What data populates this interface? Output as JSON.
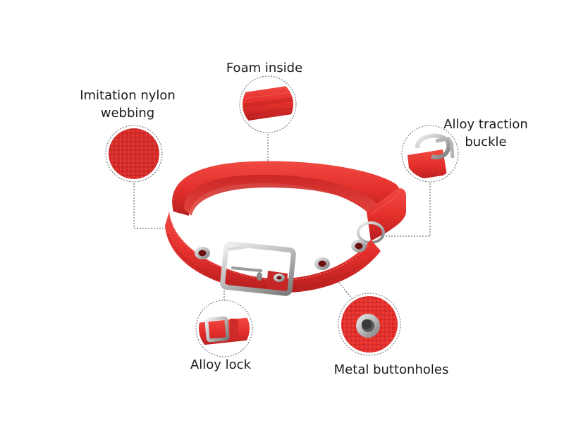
{
  "labels": {
    "foam_inside": "Foam inside",
    "imitation_nylon_line1": "Imitation nylon",
    "imitation_nylon_line2": "webbing",
    "alloy_traction_line1": "Alloy traction",
    "alloy_traction_line2": "buckle",
    "alloy_lock": "Alloy lock",
    "metal_buttonholes": "Metal buttonholes"
  },
  "colors": {
    "collar_red": "#e5302c",
    "collar_dark": "#b01d1d",
    "collar_light": "#f26a62",
    "metal": "#c9c9c9",
    "metal_dark": "#8a8a8a",
    "callout_line": "#555555",
    "text": "#1a1a1a"
  }
}
